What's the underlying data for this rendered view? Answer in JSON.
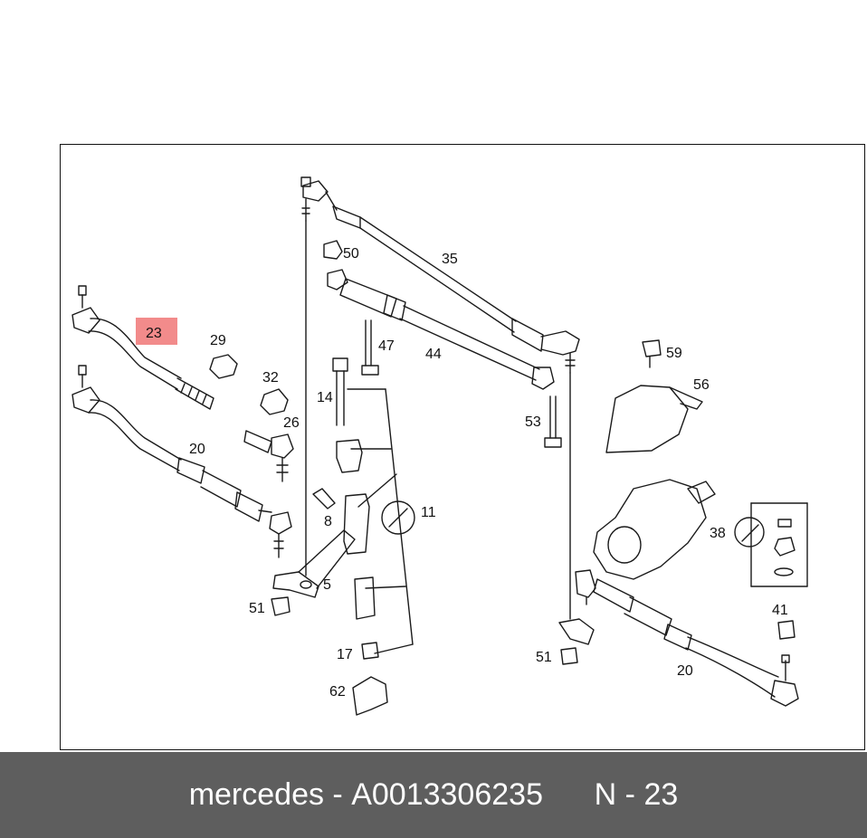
{
  "diagram": {
    "highlighted_label": "23",
    "labels": {
      "l35": "35",
      "l50": "50",
      "l44": "44",
      "l47": "47",
      "l59": "59",
      "l56": "56",
      "l53": "53",
      "l23": "23",
      "l29": "29",
      "l32": "32",
      "l26": "26",
      "l14": "14",
      "l20a": "20",
      "l8": "8",
      "l11": "11",
      "l5": "5",
      "l51a": "51",
      "l17": "17",
      "l62": "62",
      "l38": "38",
      "l41": "41",
      "l51b": "51",
      "l20b": "20"
    },
    "colors": {
      "line": "#1a1a1a",
      "highlight": "#f28b8b"
    }
  },
  "footer": {
    "brand": "mercedes",
    "separator": " - ",
    "part_number": "A0013306235",
    "position_prefix": "N - ",
    "position_number": "23",
    "background": "#5e5e5e"
  }
}
